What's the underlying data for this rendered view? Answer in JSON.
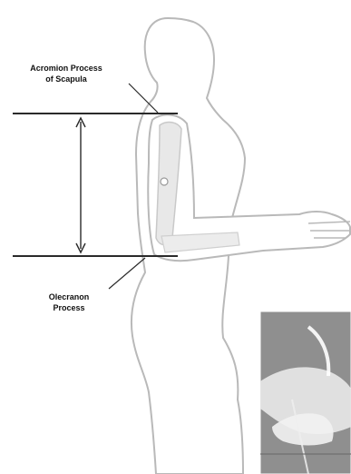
{
  "diagram": {
    "labels": {
      "acromion_line1": "Acromion Process",
      "acromion_line2": "of Scapula",
      "olecranon_line1": "Olecranon",
      "olecranon_line2": "Process"
    },
    "colors": {
      "outline": "#b9b9b9",
      "measure_lines": "#2a2a2a",
      "label_text": "#111111",
      "bone": "#d9d9d9",
      "photo_bg": "#8f8f8f"
    }
  }
}
